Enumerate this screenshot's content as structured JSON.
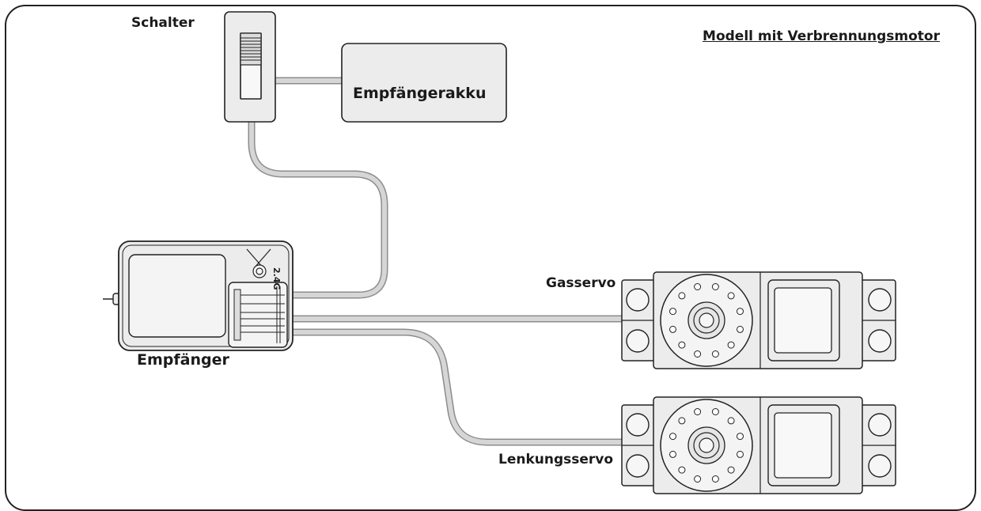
{
  "title": "Modell mit Verbrennungsmotor",
  "labels": {
    "switch": "Schalter",
    "battery": "Empfängerakku",
    "receiver": "Empfänger",
    "throttle_servo": "Gasservo",
    "steering_servo": "Lenkungsservo"
  },
  "receiver_mark": "2.4G",
  "colors": {
    "outline": "#222222",
    "part_fill": "#ececec",
    "cable": "#d6d6d6",
    "cable_edge": "#8c8c8c"
  }
}
